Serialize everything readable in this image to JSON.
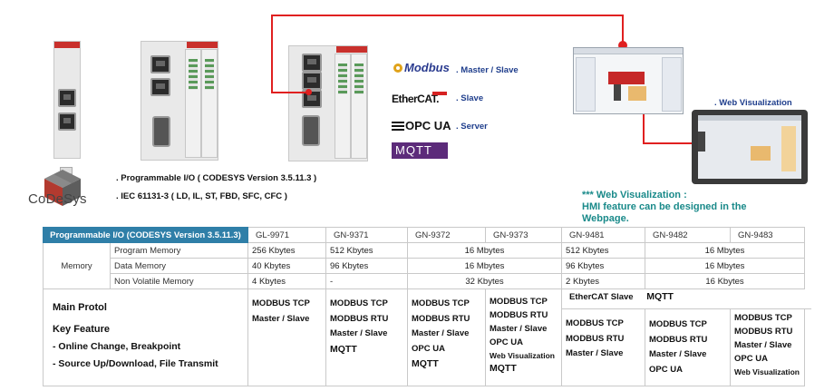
{
  "codesys": {
    "logo_text": "CoDeSys",
    "spec_lines": [
      ".  Programmable I/O ( CODESYS Version 3.5.11.3 )",
      ".  IEC 61131-3 ( LD, IL, ST, FBD, SFC, CFC )"
    ]
  },
  "protocols": [
    {
      "logo": "Modbus",
      "role": ".  Master / Slave"
    },
    {
      "logo": "EtherCAT.",
      "role": ".  Slave"
    },
    {
      "logo": "OPC UA",
      "role": ".  Server"
    },
    {
      "logo": "MQTT",
      "role": ""
    }
  ],
  "web_visualization": {
    "label": ". Web Visualization",
    "note_lines": [
      "*** Web Visualization :",
      "HMI feature can be designed in the",
      "Webpage."
    ]
  },
  "colors": {
    "table_header": "#2f7fa8",
    "accent_blue": "#1f3e8c",
    "note_teal": "#1a8a8a",
    "connector_red": "#e02020"
  },
  "table": {
    "header": "Programmable I/O (CODESYS Version 3.5.11.3)",
    "models": [
      "GL-9971",
      "GN-9371",
      "GN-9372",
      "GN-9373",
      "GN-9481",
      "GN-9482",
      "GN-9483"
    ],
    "memory_label": "Memory",
    "rows": [
      {
        "label": "Program Memory",
        "gl9971": "256 Kbytes",
        "gn9371": "512 Kbytes",
        "gn9372_73": "16 Mbytes",
        "gn9481": "512 Kbytes",
        "gn9482_83": "16 Mbytes"
      },
      {
        "label": "Data Memory",
        "gl9971": "40 Kbytes",
        "gn9371": "96 Kbytes",
        "gn9372_73": "16 Mbytes",
        "gn9481": "96 Kbytes",
        "gn9482_83": "16 Mbytes"
      },
      {
        "label": "Non Volatile Memory",
        "gl9971": "4 Kbytes",
        "gn9371": "-",
        "gn9372_73": "32 Kbytes",
        "gn9481": "2 Kbytes",
        "gn9482_83": "16 Kbytes"
      }
    ],
    "features": {
      "main_title": "Main Protol",
      "key_title": "Key Feature",
      "key_items": [
        " - Online Change, Breakpoint",
        " - Source Up/Download, File Transmit"
      ],
      "gl9971": [
        "MODBUS TCP",
        "Master / Slave"
      ],
      "gn9371": [
        "MODBUS TCP",
        "MODBUS RTU",
        "Master / Slave",
        "MQTT"
      ],
      "gn9372": [
        "MODBUS TCP",
        "MODBUS RTU",
        "Master / Slave",
        "OPC UA",
        "MQTT"
      ],
      "gn9373": [
        "MODBUS TCP",
        "MODBUS RTU",
        "Master / Slave",
        "OPC UA",
        "Web Visualization",
        "MQTT"
      ],
      "gn948x_common": [
        "EtherCAT Slave",
        "MQTT"
      ],
      "gn9481": [
        "MODBUS TCP",
        "MODBUS RTU",
        "Master / Slave"
      ],
      "gn9482": [
        "MODBUS TCP",
        "MODBUS RTU",
        "Master / Slave",
        "OPC UA"
      ],
      "gn9483": [
        "MODBUS TCP",
        "MODBUS RTU",
        "Master / Slave",
        "OPC UA",
        "Web Visualization"
      ]
    }
  }
}
